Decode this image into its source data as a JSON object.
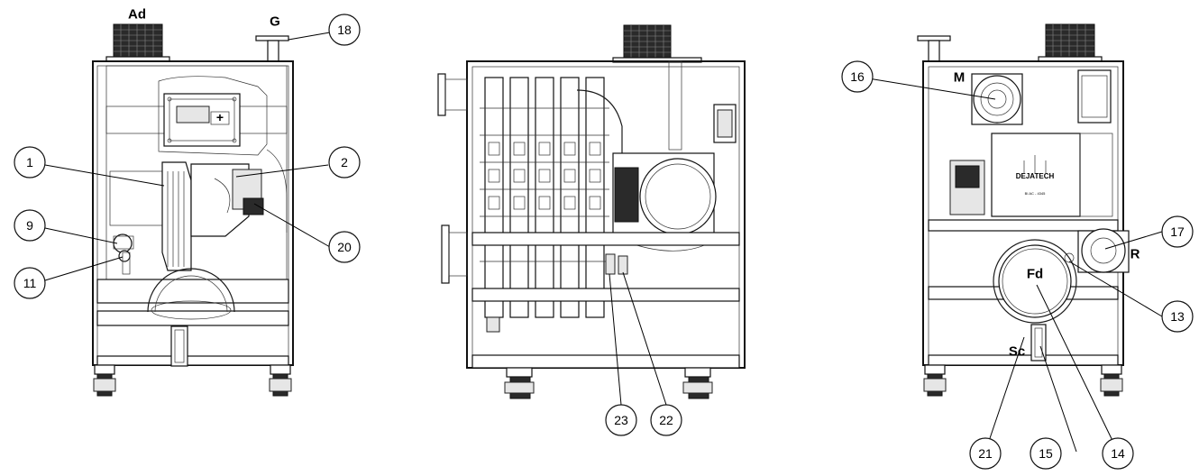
{
  "labels": {
    "ad": "Ad",
    "g": "G",
    "m": "M",
    "r": "R",
    "fd": "Fd",
    "sc": "Sc",
    "brand": "DEJATECH",
    "model": "BI AC - 4345"
  },
  "callouts": {
    "n1": "1",
    "n2": "2",
    "n9": "9",
    "n11": "11",
    "n13": "13",
    "n14": "14",
    "n15": "15",
    "n16": "16",
    "n17": "17",
    "n18": "18",
    "n20": "20",
    "n21": "21",
    "n22": "22",
    "n23": "23"
  },
  "icons": [
    "air-intake-grille-icon",
    "wheel-icon",
    "display-panel-icon"
  ]
}
